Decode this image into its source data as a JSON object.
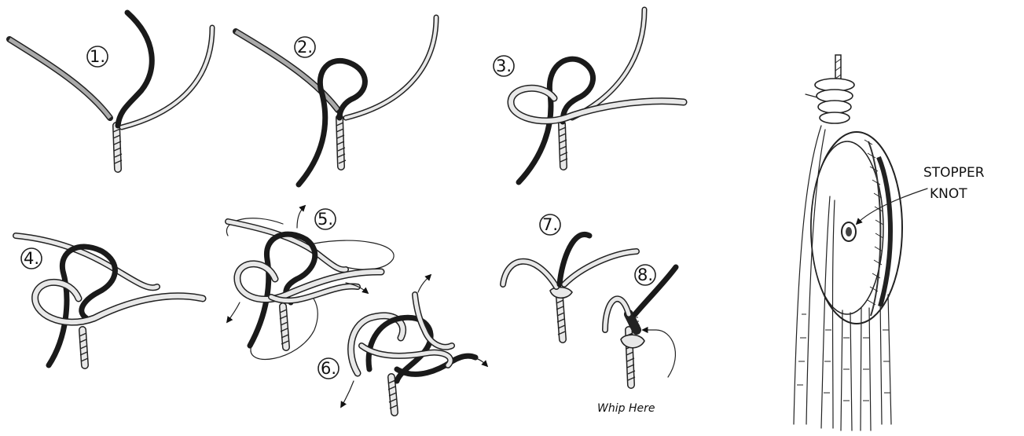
{
  "steps": [
    {
      "id": "1",
      "label": "1."
    },
    {
      "id": "2",
      "label": "2."
    },
    {
      "id": "3",
      "label": "3."
    },
    {
      "id": "4",
      "label": "4."
    },
    {
      "id": "5",
      "label": "5."
    },
    {
      "id": "6",
      "label": "6."
    },
    {
      "id": "7",
      "label": "7."
    },
    {
      "id": "8",
      "label": "8."
    }
  ],
  "annotations": {
    "whip": "Whip Here",
    "stopper_line1": "STOPPER",
    "stopper_line2": "KNOT"
  },
  "colors": {
    "ink": "#1a1a1a",
    "light_rope": "#e8e8e8",
    "background": "#ffffff"
  }
}
